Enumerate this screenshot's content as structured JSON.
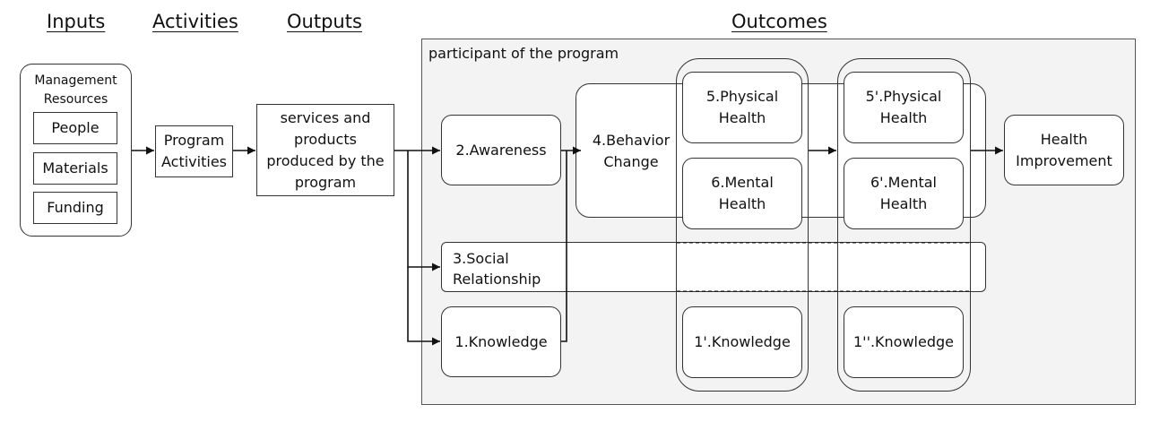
{
  "headers": {
    "inputs": "Inputs",
    "activities": "Activities",
    "outputs": "Outputs",
    "outcomes": "Outcomes"
  },
  "region_label": "participant of the program",
  "inputs": {
    "group_label": "Management\nResources",
    "people": "People",
    "materials": "Materials",
    "funding": "Funding"
  },
  "activities_box": "Program\nActivities",
  "outputs_box": "services and\nproducts\nproduced by the\nprogram",
  "nodes": {
    "awareness": "2.Awareness",
    "social": "3.Social\n   Relationship",
    "knowledge": "1.Knowledge",
    "behavior": "4.Behavior\nChange",
    "physical": "5.Physical\nHealth",
    "mental": "6.Mental\nHealth",
    "knowledge2": "1'.Knowledge",
    "physical2": "5'.Physical\nHealth",
    "mental2": "6'.Mental\nHealth",
    "knowledge3": "1''.Knowledge",
    "health": "Health\nImprovement"
  },
  "colors": {
    "line": "#111111",
    "region_fill": "#f2f3f2"
  }
}
